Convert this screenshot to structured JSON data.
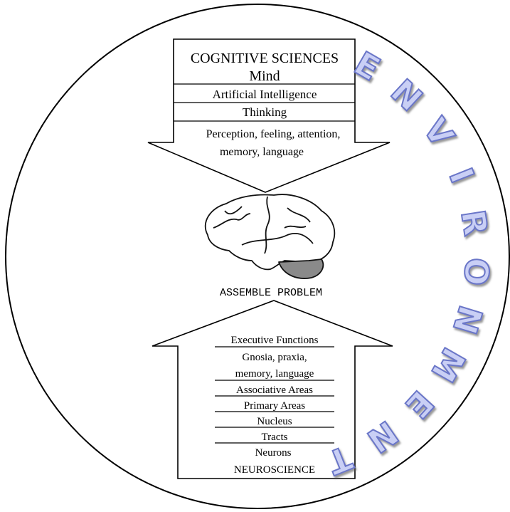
{
  "top_arrow": {
    "header": "COGNITIVE SCIENCES",
    "items": [
      "Mind",
      "Artificial Intelligence",
      "Thinking"
    ],
    "last_item": [
      "Perception, feeling, attention,",
      "memory, language"
    ]
  },
  "center_label": "ASSEMBLE PROBLEM",
  "bottom_arrow": {
    "items": [
      "Executive Functions",
      "Gnosia, praxia,",
      "memory, language",
      "Associative Areas",
      "Primary Areas",
      "Nucleus",
      "Tracts",
      "Neurons"
    ],
    "footer": "NEUROSCIENCE"
  },
  "ring_label": "ENVIRONMENT",
  "colors": {
    "environment_fill": "#c9cff5",
    "environment_stroke": "#6b76c8",
    "outline": "#000000"
  },
  "icons": {
    "brain": "brain-icon"
  }
}
